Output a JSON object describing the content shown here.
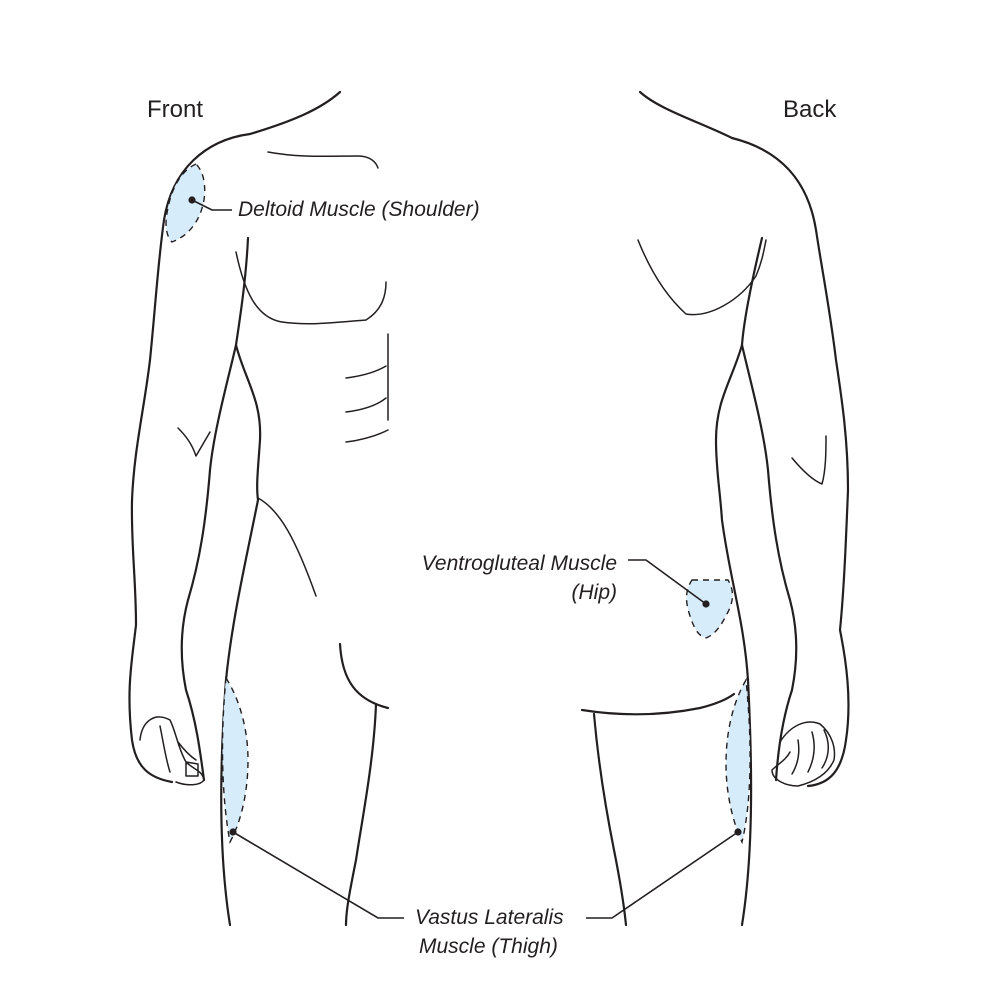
{
  "views": {
    "front": "Front",
    "back": "Back"
  },
  "sites": {
    "deltoid": "Deltoid Muscle (Shoulder)",
    "ventrogluteal_line1": "Ventrogluteal Muscle",
    "ventrogluteal_line2": "(Hip)",
    "vastus_line1": "Vastus Lateralis",
    "vastus_line2": "Muscle (Thigh)"
  },
  "colors": {
    "injection_zone": "#d6ecfa",
    "outline": "#231f20"
  }
}
